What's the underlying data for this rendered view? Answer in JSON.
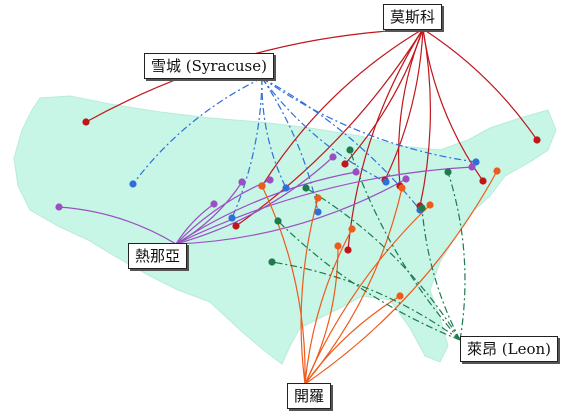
{
  "hubs": [
    {
      "id": "moscow",
      "label": "莫斯科",
      "color": "#c0161b",
      "dash": "none"
    },
    {
      "id": "syracuse",
      "label": "雪城 (Syracuse)",
      "color": "#2f6fd8",
      "dash": "7 3 2 3"
    },
    {
      "id": "ghana",
      "label": "熱那亞",
      "color": "#9b4fc4",
      "dash": "none"
    },
    {
      "id": "cairo",
      "label": "開羅",
      "color": "#f05a1a",
      "dash": "none"
    },
    {
      "id": "leon",
      "label": "萊昂 (Leon)",
      "color": "#1f7a4d",
      "dash": "7 3 2 3"
    }
  ],
  "colors": {
    "land": "#c7f5e6",
    "land_stroke": "#b8ecd9"
  }
}
